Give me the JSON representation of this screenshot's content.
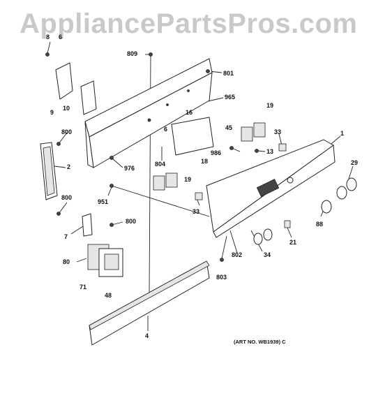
{
  "watermark": "AppliancePartsPros.com",
  "art_number": "(ART NO. WB1939) C",
  "callouts": [
    "8",
    "6",
    "9",
    "10",
    "809",
    "801",
    "965",
    "6",
    "16",
    "19",
    "45",
    "33",
    "1",
    "800",
    "2",
    "976",
    "986",
    "13",
    "804",
    "18",
    "19",
    "29",
    "951",
    "33",
    "800",
    "7",
    "800",
    "88",
    "21",
    "802",
    "34",
    "80",
    "71",
    "48",
    "803",
    "4"
  ]
}
